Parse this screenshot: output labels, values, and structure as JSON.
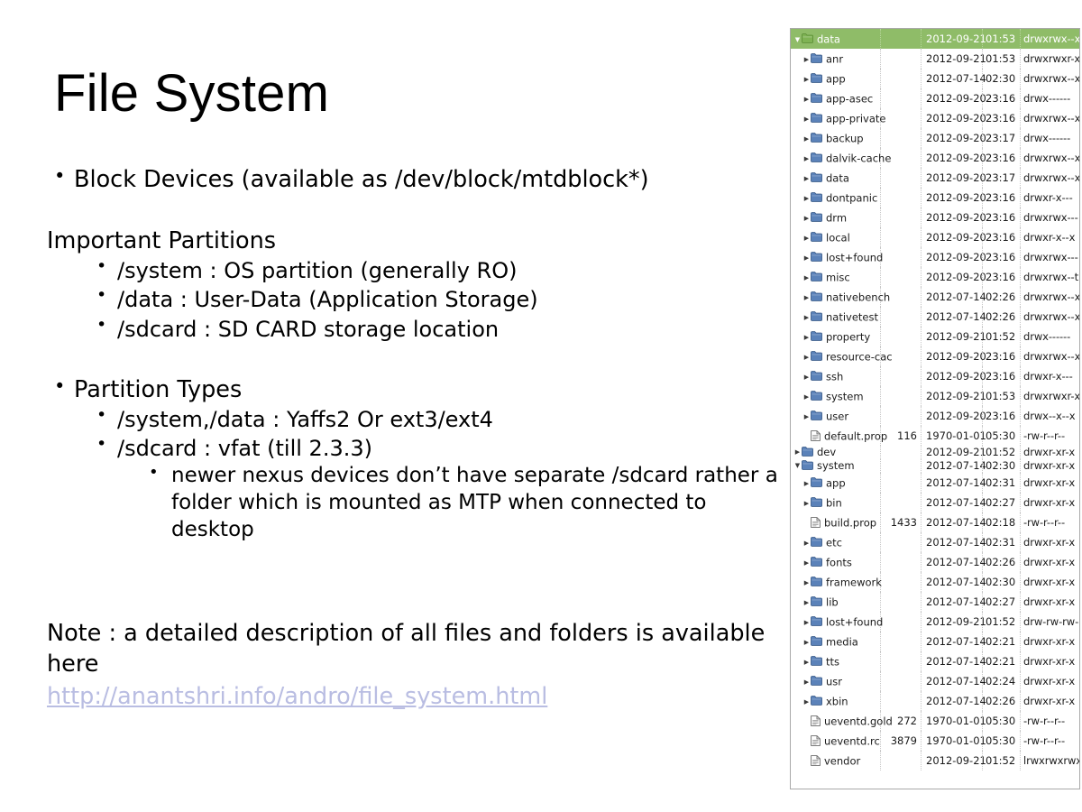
{
  "slide": {
    "title": "File System",
    "bullets": [
      {
        "level": 1,
        "text": "Block Devices (available as /dev/block/mtdblock*)"
      },
      {
        "level": 0,
        "text": "Important Partitions"
      },
      {
        "level": 2,
        "text": "/system : OS partition (generally RO)"
      },
      {
        "level": 2,
        "text": "/data : User-Data (Application Storage)"
      },
      {
        "level": 2,
        "text": "/sdcard : SD CARD storage location"
      },
      {
        "level": 1,
        "text": "Partition Types"
      },
      {
        "level": 2,
        "text": "/system,/data : Yaffs2 Or ext3/ext4"
      },
      {
        "level": 2,
        "text": "/sdcard : vfat (till 2.3.3)"
      },
      {
        "level": 3,
        "text": "newer nexus devices don’t have separate /sdcard rather a folder which is mounted as MTP when connected to desktop"
      }
    ],
    "note": "Note : a detailed description of all files and folders is available here",
    "link": "http://anantshri.info/andro/file_system.html",
    "link_color": "#b9bde2",
    "bullet_glyph": "•"
  },
  "file_browser": {
    "selected_row_color": "#8fbc68",
    "folder_icon_color": "#5b82b9",
    "selected_folder_icon_color": "#7fb354",
    "columns": [
      "name",
      "size",
      "date",
      "time",
      "permissions"
    ],
    "rows": [
      {
        "name": "data",
        "size": "",
        "date": "2012-09-21",
        "time": "01:53",
        "perm": "drwxrwx--x",
        "type": "folder",
        "indent": 0,
        "twisty": "down",
        "selected": true
      },
      {
        "name": "anr",
        "size": "",
        "date": "2012-09-21",
        "time": "01:53",
        "perm": "drwxrwxr-x",
        "type": "folder",
        "indent": 1,
        "twisty": "right"
      },
      {
        "name": "app",
        "size": "",
        "date": "2012-07-14",
        "time": "02:30",
        "perm": "drwxrwx--x",
        "type": "folder",
        "indent": 1,
        "twisty": "right"
      },
      {
        "name": "app-asec",
        "size": "",
        "date": "2012-09-20",
        "time": "23:16",
        "perm": "drwx------",
        "type": "folder",
        "indent": 1,
        "twisty": "right"
      },
      {
        "name": "app-private",
        "size": "",
        "date": "2012-09-20",
        "time": "23:16",
        "perm": "drwxrwx--x",
        "type": "folder",
        "indent": 1,
        "twisty": "right"
      },
      {
        "name": "backup",
        "size": "",
        "date": "2012-09-20",
        "time": "23:17",
        "perm": "drwx------",
        "type": "folder",
        "indent": 1,
        "twisty": "right"
      },
      {
        "name": "dalvik-cache",
        "size": "",
        "date": "2012-09-20",
        "time": "23:16",
        "perm": "drwxrwx--x",
        "type": "folder",
        "indent": 1,
        "twisty": "right"
      },
      {
        "name": "data",
        "size": "",
        "date": "2012-09-20",
        "time": "23:17",
        "perm": "drwxrwx--x",
        "type": "folder",
        "indent": 1,
        "twisty": "right"
      },
      {
        "name": "dontpanic",
        "size": "",
        "date": "2012-09-20",
        "time": "23:16",
        "perm": "drwxr-x---",
        "type": "folder",
        "indent": 1,
        "twisty": "right"
      },
      {
        "name": "drm",
        "size": "",
        "date": "2012-09-20",
        "time": "23:16",
        "perm": "drwxrwx---",
        "type": "folder",
        "indent": 1,
        "twisty": "right"
      },
      {
        "name": "local",
        "size": "",
        "date": "2012-09-20",
        "time": "23:16",
        "perm": "drwxr-x--x",
        "type": "folder",
        "indent": 1,
        "twisty": "right"
      },
      {
        "name": "lost+found",
        "size": "",
        "date": "2012-09-20",
        "time": "23:16",
        "perm": "drwxrwx---",
        "type": "folder",
        "indent": 1,
        "twisty": "right"
      },
      {
        "name": "misc",
        "size": "",
        "date": "2012-09-20",
        "time": "23:16",
        "perm": "drwxrwx--t",
        "type": "folder",
        "indent": 1,
        "twisty": "right"
      },
      {
        "name": "nativebench",
        "size": "",
        "date": "2012-07-14",
        "time": "02:26",
        "perm": "drwxrwx--x",
        "type": "folder",
        "indent": 1,
        "twisty": "right"
      },
      {
        "name": "nativetest",
        "size": "",
        "date": "2012-07-14",
        "time": "02:26",
        "perm": "drwxrwx--x",
        "type": "folder",
        "indent": 1,
        "twisty": "right"
      },
      {
        "name": "property",
        "size": "",
        "date": "2012-09-21",
        "time": "01:52",
        "perm": "drwx------",
        "type": "folder",
        "indent": 1,
        "twisty": "right"
      },
      {
        "name": "resource-cache",
        "size": "",
        "date": "2012-09-20",
        "time": "23:16",
        "perm": "drwxrwx--x",
        "type": "folder",
        "indent": 1,
        "twisty": "right"
      },
      {
        "name": "ssh",
        "size": "",
        "date": "2012-09-20",
        "time": "23:16",
        "perm": "drwxr-x---",
        "type": "folder",
        "indent": 1,
        "twisty": "right"
      },
      {
        "name": "system",
        "size": "",
        "date": "2012-09-21",
        "time": "01:53",
        "perm": "drwxrwxr-x",
        "type": "folder",
        "indent": 1,
        "twisty": "right"
      },
      {
        "name": "user",
        "size": "",
        "date": "2012-09-20",
        "time": "23:16",
        "perm": "drwx--x--x",
        "type": "folder",
        "indent": 1,
        "twisty": "right"
      },
      {
        "name": "default.prop",
        "size": "116",
        "date": "1970-01-01",
        "time": "05:30",
        "perm": "-rw-r--r--",
        "type": "file",
        "indent": 1,
        "twisty": "none"
      },
      {
        "name": "dev",
        "size": "",
        "date": "2012-09-21",
        "time": "01:52",
        "perm": "drwxr-xr-x",
        "type": "folder",
        "indent": 0,
        "twisty": "right",
        "tight": true
      },
      {
        "name": "system",
        "size": "",
        "date": "2012-07-14",
        "time": "02:30",
        "perm": "drwxr-xr-x",
        "type": "folder",
        "indent": 0,
        "twisty": "down",
        "tight": true
      },
      {
        "name": "app",
        "size": "",
        "date": "2012-07-14",
        "time": "02:31",
        "perm": "drwxr-xr-x",
        "type": "folder",
        "indent": 1,
        "twisty": "right"
      },
      {
        "name": "bin",
        "size": "",
        "date": "2012-07-14",
        "time": "02:27",
        "perm": "drwxr-xr-x",
        "type": "folder",
        "indent": 1,
        "twisty": "right"
      },
      {
        "name": "build.prop",
        "size": "1433",
        "date": "2012-07-14",
        "time": "02:18",
        "perm": "-rw-r--r--",
        "type": "file",
        "indent": 1,
        "twisty": "none"
      },
      {
        "name": "etc",
        "size": "",
        "date": "2012-07-14",
        "time": "02:31",
        "perm": "drwxr-xr-x",
        "type": "folder",
        "indent": 1,
        "twisty": "right"
      },
      {
        "name": "fonts",
        "size": "",
        "date": "2012-07-14",
        "time": "02:26",
        "perm": "drwxr-xr-x",
        "type": "folder",
        "indent": 1,
        "twisty": "right"
      },
      {
        "name": "framework",
        "size": "",
        "date": "2012-07-14",
        "time": "02:30",
        "perm": "drwxr-xr-x",
        "type": "folder",
        "indent": 1,
        "twisty": "right"
      },
      {
        "name": "lib",
        "size": "",
        "date": "2012-07-14",
        "time": "02:27",
        "perm": "drwxr-xr-x",
        "type": "folder",
        "indent": 1,
        "twisty": "right"
      },
      {
        "name": "lost+found",
        "size": "",
        "date": "2012-09-21",
        "time": "01:52",
        "perm": "drw-rw-rw-",
        "type": "folder",
        "indent": 1,
        "twisty": "right"
      },
      {
        "name": "media",
        "size": "",
        "date": "2012-07-14",
        "time": "02:21",
        "perm": "drwxr-xr-x",
        "type": "folder",
        "indent": 1,
        "twisty": "right"
      },
      {
        "name": "tts",
        "size": "",
        "date": "2012-07-14",
        "time": "02:21",
        "perm": "drwxr-xr-x",
        "type": "folder",
        "indent": 1,
        "twisty": "right"
      },
      {
        "name": "usr",
        "size": "",
        "date": "2012-07-14",
        "time": "02:24",
        "perm": "drwxr-xr-x",
        "type": "folder",
        "indent": 1,
        "twisty": "right"
      },
      {
        "name": "xbin",
        "size": "",
        "date": "2012-07-14",
        "time": "02:26",
        "perm": "drwxr-xr-x",
        "type": "folder",
        "indent": 1,
        "twisty": "right"
      },
      {
        "name": "ueventd.goldfish.rc",
        "size": "272",
        "date": "1970-01-01",
        "time": "05:30",
        "perm": "-rw-r--r--",
        "type": "file",
        "indent": 1,
        "twisty": "none"
      },
      {
        "name": "ueventd.rc",
        "size": "3879",
        "date": "1970-01-01",
        "time": "05:30",
        "perm": "-rw-r--r--",
        "type": "file",
        "indent": 1,
        "twisty": "none"
      },
      {
        "name": "vendor",
        "size": "",
        "date": "2012-09-21",
        "time": "01:52",
        "perm": "lrwxrwxrwx",
        "type": "file",
        "indent": 1,
        "twisty": "none"
      }
    ]
  }
}
